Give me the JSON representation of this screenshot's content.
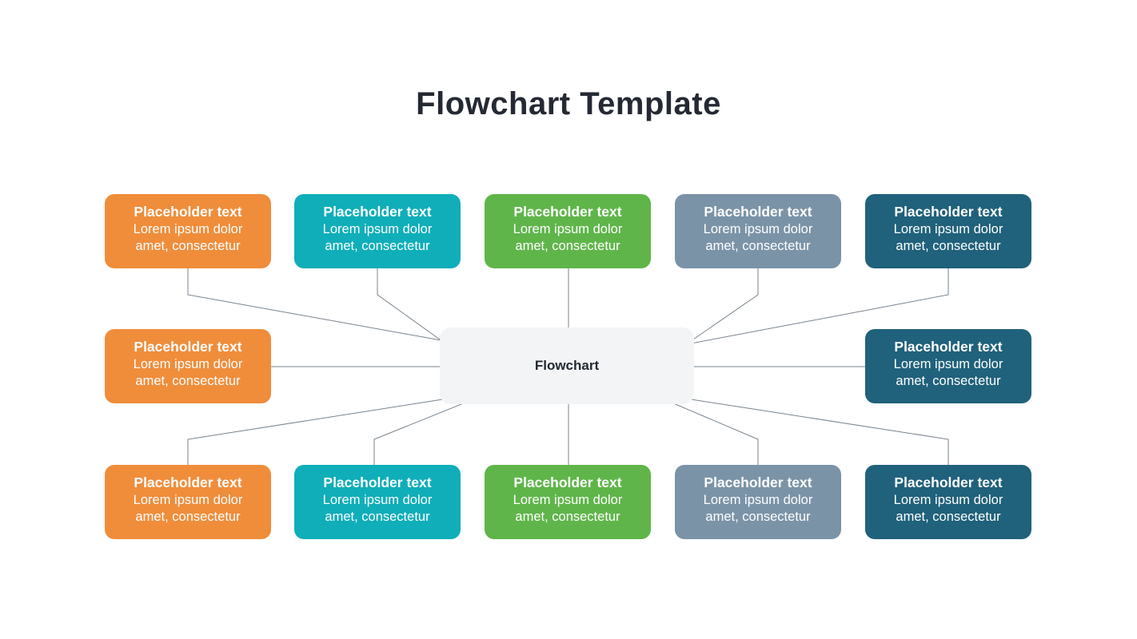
{
  "title": "Flowchart Template",
  "center": {
    "label": "Flowchart",
    "bg": "#f3f4f5",
    "text_color": "#222b33"
  },
  "connectors": {
    "color": "#77838f"
  },
  "palette": {
    "orange": "#ef8d3b",
    "teal": "#0faeb9",
    "green": "#5fb54a",
    "slate": "#7b93a7",
    "dark_teal": "#20617b"
  },
  "nodes": [
    {
      "id": "top-1",
      "title": "Placeholder text",
      "line1": "Lorem ipsum dolor",
      "line2": "amet, consectetur",
      "color": "#ef8d3b"
    },
    {
      "id": "top-2",
      "title": "Placeholder text",
      "line1": "Lorem ipsum dolor",
      "line2": "amet, consectetur",
      "color": "#0faeb9"
    },
    {
      "id": "top-3",
      "title": "Placeholder text",
      "line1": "Lorem ipsum dolor",
      "line2": "amet, consectetur",
      "color": "#5fb54a"
    },
    {
      "id": "top-4",
      "title": "Placeholder text",
      "line1": "Lorem ipsum dolor",
      "line2": "amet, consectetur",
      "color": "#7b93a7"
    },
    {
      "id": "top-5",
      "title": "Placeholder text",
      "line1": "Lorem ipsum dolor",
      "line2": "amet, consectetur",
      "color": "#20617b"
    },
    {
      "id": "mid-left",
      "title": "Placeholder text",
      "line1": "Lorem ipsum dolor",
      "line2": "amet, consectetur",
      "color": "#ef8d3b"
    },
    {
      "id": "mid-right",
      "title": "Placeholder text",
      "line1": "Lorem ipsum dolor",
      "line2": "amet, consectetur",
      "color": "#20617b"
    },
    {
      "id": "bottom-1",
      "title": "Placeholder text",
      "line1": "Lorem ipsum dolor",
      "line2": "amet, consectetur",
      "color": "#ef8d3b"
    },
    {
      "id": "bottom-2",
      "title": "Placeholder text",
      "line1": "Lorem ipsum dolor",
      "line2": "amet, consectetur",
      "color": "#0faeb9"
    },
    {
      "id": "bottom-3",
      "title": "Placeholder text",
      "line1": "Lorem ipsum dolor",
      "line2": "amet, consectetur",
      "color": "#5fb54a"
    },
    {
      "id": "bottom-4",
      "title": "Placeholder text",
      "line1": "Lorem ipsum dolor",
      "line2": "amet, consectetur",
      "color": "#7b93a7"
    },
    {
      "id": "bottom-5",
      "title": "Placeholder text",
      "line1": "Lorem ipsum dolor",
      "line2": "amet, consectetur",
      "color": "#20617b"
    }
  ]
}
